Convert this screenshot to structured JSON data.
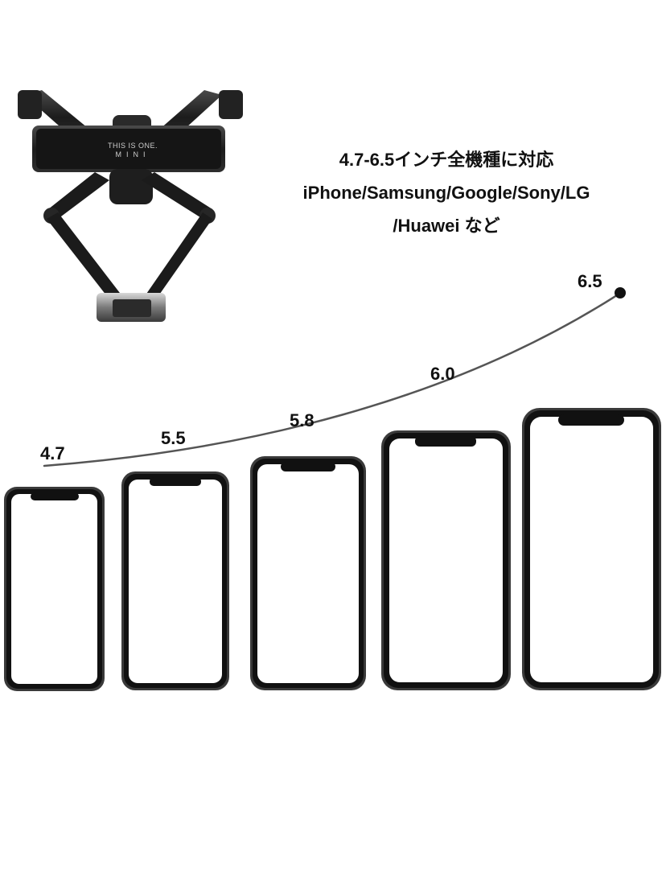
{
  "headline": {
    "line1": "4.7-6.5インチ全機種に対応",
    "line2": "iPhone/Samsung/Google/Sony/LG",
    "line3": "/Huawei など"
  },
  "product": {
    "logo_line1": "THIS IS ONE.",
    "logo_line2": "MINI"
  },
  "sizes": [
    {
      "label": "4.7"
    },
    {
      "label": "5.5"
    },
    {
      "label": "5.8"
    },
    {
      "label": "6.0"
    },
    {
      "label": "6.5"
    }
  ],
  "colors": {
    "background": "#ffffff",
    "text": "#111111",
    "phone_frame": "#1a1a1a",
    "curve": "#555555"
  }
}
